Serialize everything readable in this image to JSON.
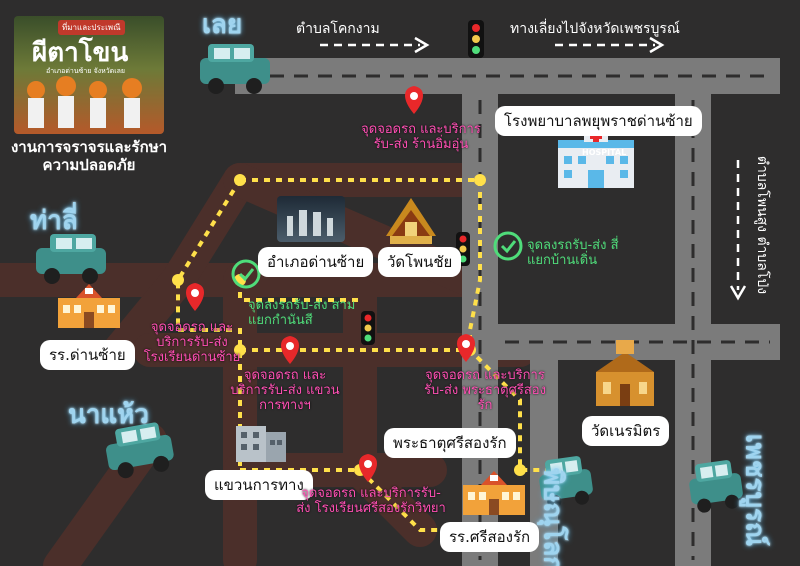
{
  "event": {
    "banner": "ที่มาและประเพณี",
    "title": "ผีตาโขน",
    "subtitle": "อำเภอด่านซ้าย จังหวัดเลย",
    "heading": "งานการจราจรและรักษาความปลอดภัย"
  },
  "cities": {
    "loei": "เลย",
    "tha_li": "ท่าลี่",
    "na_haeo": "นาแห้ว",
    "phitsanulok": "พิษณุโลก",
    "phetchabun": "เพชรบูรณ์"
  },
  "roads": {
    "khok_ngam": "ตำบลโคกงาม",
    "bypass": "ทางเลี่ยงไปจังหวัดเพชรบูรณ์",
    "phon_sung": "ตำบลโพนสูง ตำบลโป่ง"
  },
  "places": {
    "hospital": "โรงพยาบาลพยุพราชด่านซ้าย",
    "hospital_sign": "HOSPITAL",
    "district_office": "อำเภอด่านซ้าย",
    "wat_phon_chai": "วัดโพนชัย",
    "school_dansai": "รร.ด่านซ้าย",
    "phra_that": "พระธาตุศรีสองรัก",
    "wat_neramit": "วัดเนรมิตร",
    "highway_dept": "แขวนการทาง",
    "school_sisongrak": "รร.ศรีสองรัก"
  },
  "parking": {
    "p1": "จุดจอดรถ และบริการรับ-ส่ง ร้านอิ่มอุ่น",
    "p2": "จุดจอดรถ และบริการรับ-ส่ง โรงเรียนด่านซ้าย",
    "p3": "จุดจอดรถ และบริการรับ-ส่ง แขวนการทางฯ",
    "p4": "จุดจอดรถ และบริการรับ-ส่ง พระธาตุศรีสองรัก",
    "p5": "จุดจอดรถ และบริการรับ-ส่ง โรงเรียนศรีสองรักวิทยา"
  },
  "dropoff": {
    "d1": "จุดลงรถรับ-ส่ง สามแยกกำนันสี",
    "d2": "จุดลงรถรับ-ส่ง สี่แยกบ้านเดิ่น"
  },
  "colors": {
    "background": "#2e2d2d",
    "road": "#4b2f2a",
    "highway": "#7b7b7b",
    "shuttle_route": "#ffe04a",
    "pin": "#e8282a",
    "parking_text": "#ff4fb4",
    "dropoff_text": "#4fdc7a",
    "car": "#3e8f8a",
    "city_glow": "#9fd4ef"
  }
}
